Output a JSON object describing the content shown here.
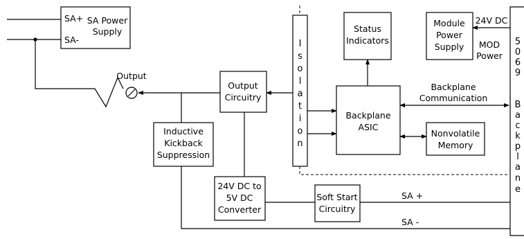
{
  "signals": {
    "sa_plus_in": "SA+",
    "sa_minus_in": "SA-",
    "output": "Output",
    "supply_24v": "24V DC",
    "mod_power": [
      "MOD",
      "Power"
    ],
    "backplane_comm": [
      "Backplane",
      "Communication"
    ],
    "sa_plus_bus": "SA +",
    "sa_minus_bus": "SA -"
  },
  "blocks": {
    "sa_power_supply": [
      "SA Power",
      "Supply"
    ],
    "output_circuitry": [
      "Output",
      "Circuitry"
    ],
    "inductive_kickback": [
      "Inductive",
      "Kickback",
      "Suppression"
    ],
    "converter": [
      "24V DC to",
      "5V DC",
      "Converter"
    ],
    "soft_start": [
      "Soft Start",
      "Circuitry"
    ],
    "isolation": [
      "I",
      "s",
      "o",
      "l",
      "a",
      "t",
      "i",
      "o",
      "n"
    ],
    "status_indicators": [
      "Status",
      "Indicators"
    ],
    "backplane_asic": [
      "Backplane",
      "ASIC"
    ],
    "nonvolatile_memory": [
      "Nonvolatile",
      "Memory"
    ],
    "module_power_supply": [
      "Module",
      "Power",
      "Supply"
    ],
    "backplane_5069": [
      "5",
      "0",
      "6",
      "9",
      "",
      "B",
      "a",
      "c",
      "k",
      "p",
      "l",
      "a",
      "n",
      "e"
    ]
  }
}
